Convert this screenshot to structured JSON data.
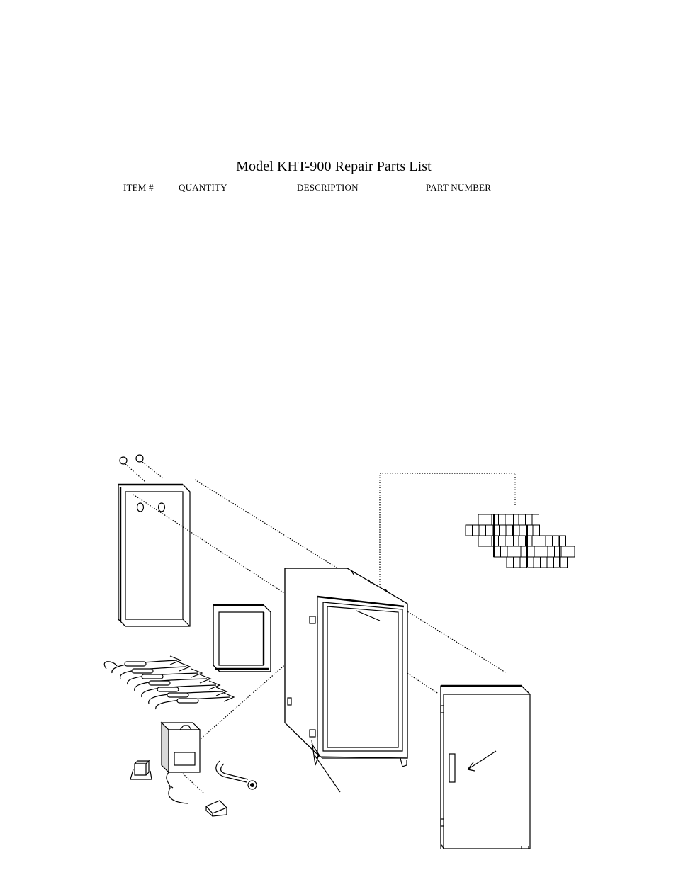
{
  "title": "Model KHT-900 Repair Parts List",
  "table": {
    "columns": [
      "ITEM #",
      "QUANTITY",
      "DESCRIPTION",
      "PART NUMBER"
    ],
    "rows": []
  },
  "figure": {
    "type": "exploded-view-diagram",
    "parts": [
      "top-panel",
      "mounting-screws",
      "back-cover-panel",
      "heating-elements",
      "control-box",
      "transformer",
      "heater-rod",
      "terminal-block",
      "cabinet-body",
      "wire-rack-shelf",
      "door-panel"
    ]
  }
}
